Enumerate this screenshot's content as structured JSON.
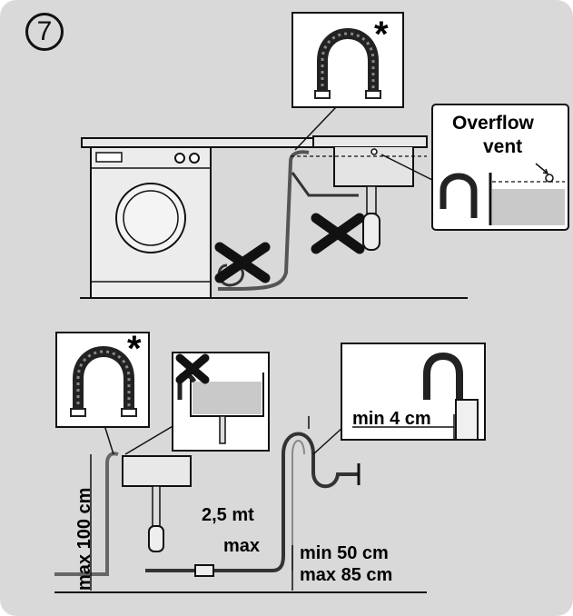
{
  "step": {
    "number": "7"
  },
  "top_section": {
    "recommended_mark": "*",
    "overflow_title": "Overflow",
    "overflow_sub": "vent"
  },
  "bottom_section": {
    "recommended_mark": "*",
    "max_height": "max 100 cm",
    "hose_length": "2,5 mt",
    "hose_length_max": "max",
    "min_distance": "min 4 cm",
    "min_height": "min 50 cm",
    "max_height_siphon": "max 85 cm"
  },
  "colors": {
    "panel": "#d9d9d9",
    "line": "#111111",
    "water": "#c9c9c9",
    "cross": "#111111"
  }
}
